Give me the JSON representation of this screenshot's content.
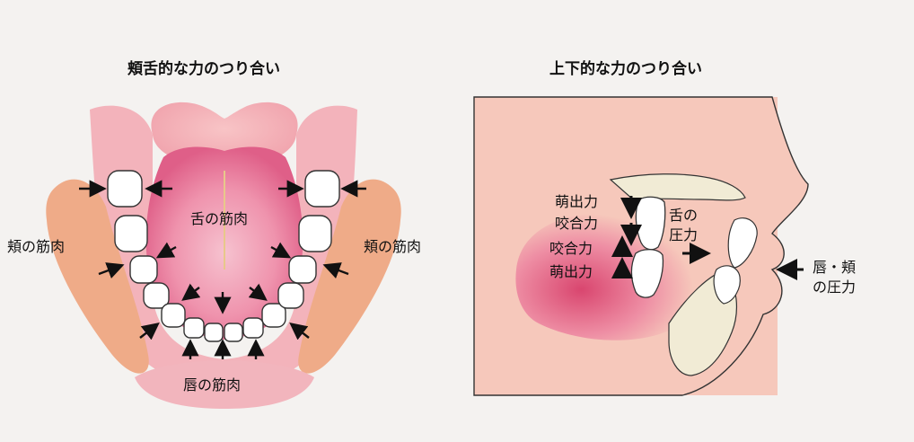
{
  "left_panel": {
    "title": "頬舌的な力のつり合い",
    "labels": {
      "tongue": "舌の筋肉",
      "cheek_left": "頬の筋肉",
      "cheek_right": "頬の筋肉",
      "lip": "唇の筋肉"
    }
  },
  "right_panel": {
    "title": "上下的な力のつり合い",
    "labels": {
      "eruption_upper": "萌出力",
      "occlusal_upper": "咬合力",
      "occlusal_lower": "咬合力",
      "eruption_lower": "萌出力",
      "tongue_pressure_1": "舌の",
      "tongue_pressure_2": "圧力",
      "lip_cheek_pressure_1": "唇・頬",
      "lip_cheek_pressure_2": "の圧力"
    }
  },
  "colors": {
    "background": "#f4f2f0",
    "cheek_muscle": "#efab88",
    "tongue_pink": "#f4a6b6",
    "tongue_core": "#e06d92",
    "lip_pink": "#f2b5bd",
    "skin": "#f6c8bb",
    "bone": "#f1ebd5",
    "arrow": "#111111"
  }
}
